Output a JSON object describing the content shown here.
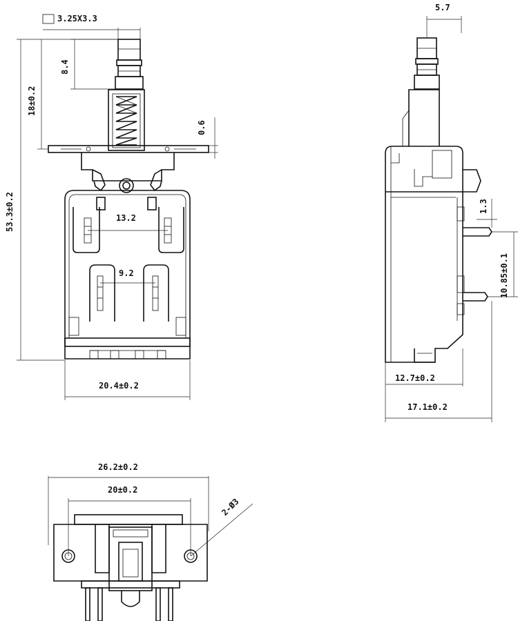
{
  "front_view": {
    "pin_size": "3.25X3.3",
    "pin_length": "8.4",
    "stem_height": "18±0.2",
    "total_height": "53.3±0.2",
    "plate_thickness": "0.6",
    "inner_pitch": "13.2",
    "center_pitch": "9.2",
    "body_width": "20.4±0.2"
  },
  "side_view": {
    "pin_width": "5.7",
    "pin_offset": "1.3",
    "terminal_pitch": "10.85±0.1",
    "body_depth": "12.7±0.2",
    "total_depth": "17.1±0.2"
  },
  "bottom_view": {
    "flange_width": "26.2±0.2",
    "hole_pitch": "20±0.2",
    "hole_label": "2-Ø3"
  }
}
